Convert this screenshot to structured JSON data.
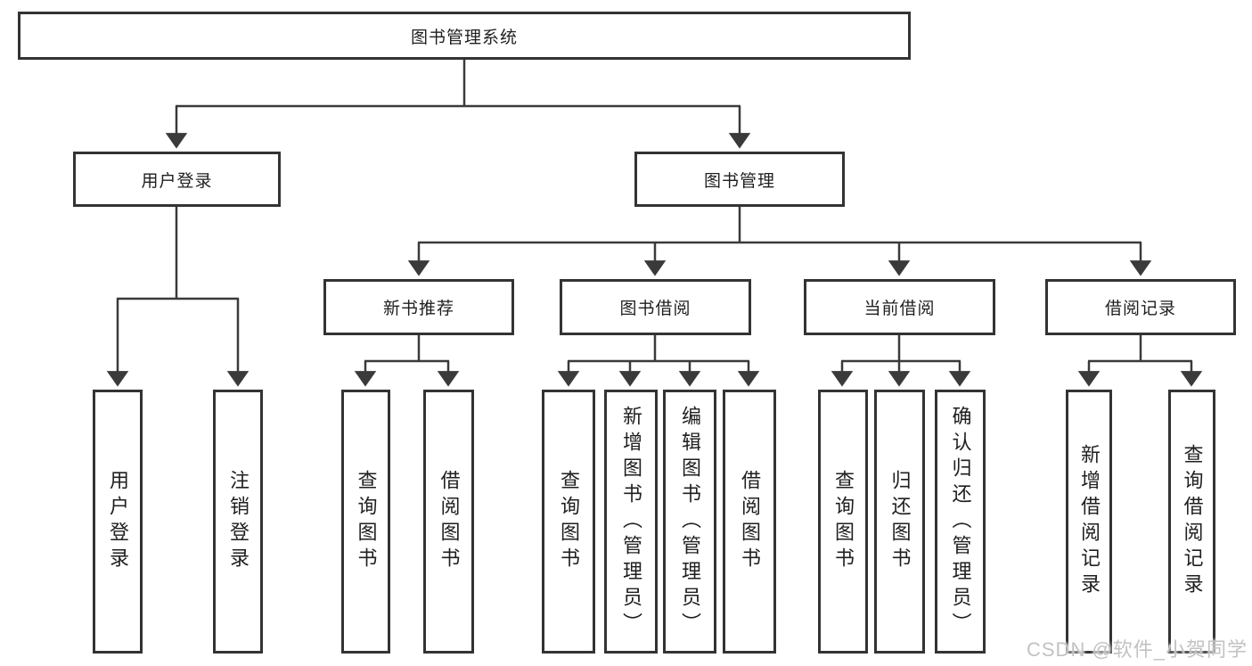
{
  "diagram": {
    "root": {
      "label": "图书管理系统"
    },
    "level2": [
      {
        "label": "用户登录"
      },
      {
        "label": "图书管理"
      }
    ],
    "level3": [
      {
        "label": "新书推荐"
      },
      {
        "label": "图书借阅"
      },
      {
        "label": "当前借阅"
      },
      {
        "label": "借阅记录"
      }
    ],
    "leaves": {
      "user_login": [
        "用户登录",
        "注销登录"
      ],
      "new_book": [
        "查询图书",
        "借阅图书"
      ],
      "book_borrow": [
        "查询图书",
        "新增图书（管理员）",
        "编辑图书（管理员）",
        "借阅图书"
      ],
      "current_borrow": [
        "查询图书",
        "归还图书",
        "确认归还（管理员）"
      ],
      "borrow_records": [
        "新增借阅记录",
        "查询借阅记录"
      ]
    }
  },
  "watermark": {
    "text": "CSDN @软件_小贺同学"
  },
  "colors": {
    "line": "#3a3a3a",
    "border": "#333333",
    "text": "#1f1f1f",
    "watermark": "#c2c2c2",
    "background": "#ffffff"
  }
}
